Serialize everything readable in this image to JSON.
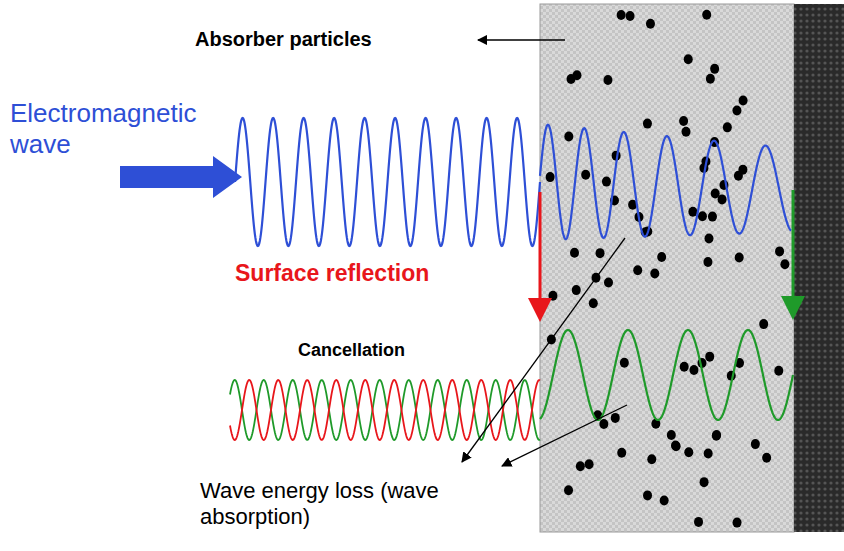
{
  "diagram": {
    "labels": [
      "Absorber particles",
      "Electromagnetic wave",
      "Surface reflection",
      "Cancellation",
      "Wave energy loss (wave absorption)"
    ]
  }
}
